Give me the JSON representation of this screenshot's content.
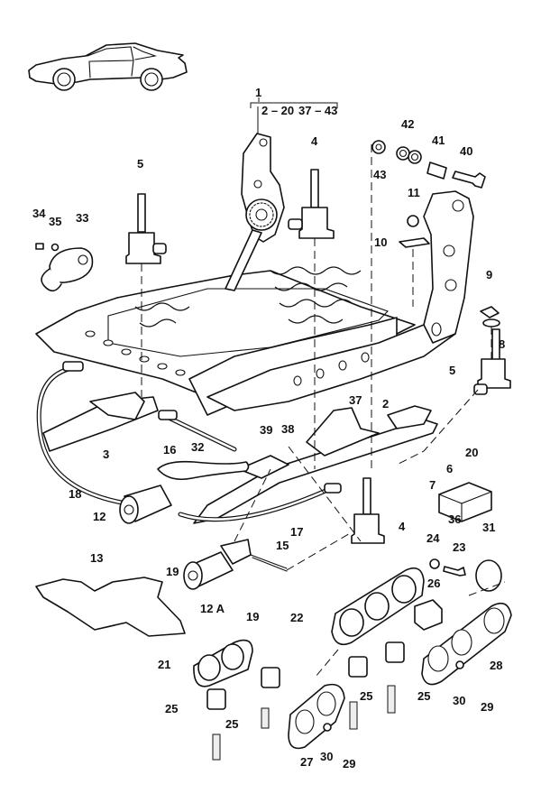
{
  "diagram": {
    "title_icon": "car-silhouette-icon",
    "assembly": {
      "number": "1",
      "range_a": "2 – 20",
      "range_b": "37 – 43"
    },
    "callouts": [
      {
        "id": "c2",
        "text": "2"
      },
      {
        "id": "c3",
        "text": "3"
      },
      {
        "id": "c4a",
        "text": "4"
      },
      {
        "id": "c4b",
        "text": "4"
      },
      {
        "id": "c5a",
        "text": "5"
      },
      {
        "id": "c5b",
        "text": "5"
      },
      {
        "id": "c6",
        "text": "6"
      },
      {
        "id": "c7",
        "text": "7"
      },
      {
        "id": "c8",
        "text": "8"
      },
      {
        "id": "c9",
        "text": "9"
      },
      {
        "id": "c10",
        "text": "10"
      },
      {
        "id": "c11",
        "text": "11"
      },
      {
        "id": "c12",
        "text": "12"
      },
      {
        "id": "c12a",
        "text": "12 A"
      },
      {
        "id": "c13",
        "text": "13"
      },
      {
        "id": "c15",
        "text": "15"
      },
      {
        "id": "c16",
        "text": "16"
      },
      {
        "id": "c17",
        "text": "17"
      },
      {
        "id": "c18",
        "text": "18"
      },
      {
        "id": "c19a",
        "text": "19"
      },
      {
        "id": "c19b",
        "text": "19"
      },
      {
        "id": "c20",
        "text": "20"
      },
      {
        "id": "c21",
        "text": "21"
      },
      {
        "id": "c22",
        "text": "22"
      },
      {
        "id": "c23",
        "text": "23"
      },
      {
        "id": "c24",
        "text": "24"
      },
      {
        "id": "c25a",
        "text": "25"
      },
      {
        "id": "c25b",
        "text": "25"
      },
      {
        "id": "c25c",
        "text": "25"
      },
      {
        "id": "c25d",
        "text": "25"
      },
      {
        "id": "c26",
        "text": "26"
      },
      {
        "id": "c27",
        "text": "27"
      },
      {
        "id": "c28",
        "text": "28"
      },
      {
        "id": "c29a",
        "text": "29"
      },
      {
        "id": "c29b",
        "text": "29"
      },
      {
        "id": "c30a",
        "text": "30"
      },
      {
        "id": "c30b",
        "text": "30"
      },
      {
        "id": "c31",
        "text": "31"
      },
      {
        "id": "c32",
        "text": "32"
      },
      {
        "id": "c33",
        "text": "33"
      },
      {
        "id": "c34",
        "text": "34"
      },
      {
        "id": "c35",
        "text": "35"
      },
      {
        "id": "c36",
        "text": "36"
      },
      {
        "id": "c37",
        "text": "37"
      },
      {
        "id": "c38",
        "text": "38"
      },
      {
        "id": "c39",
        "text": "39"
      },
      {
        "id": "c40",
        "text": "40"
      },
      {
        "id": "c41",
        "text": "41"
      },
      {
        "id": "c42",
        "text": "42"
      },
      {
        "id": "c43",
        "text": "43"
      }
    ]
  }
}
